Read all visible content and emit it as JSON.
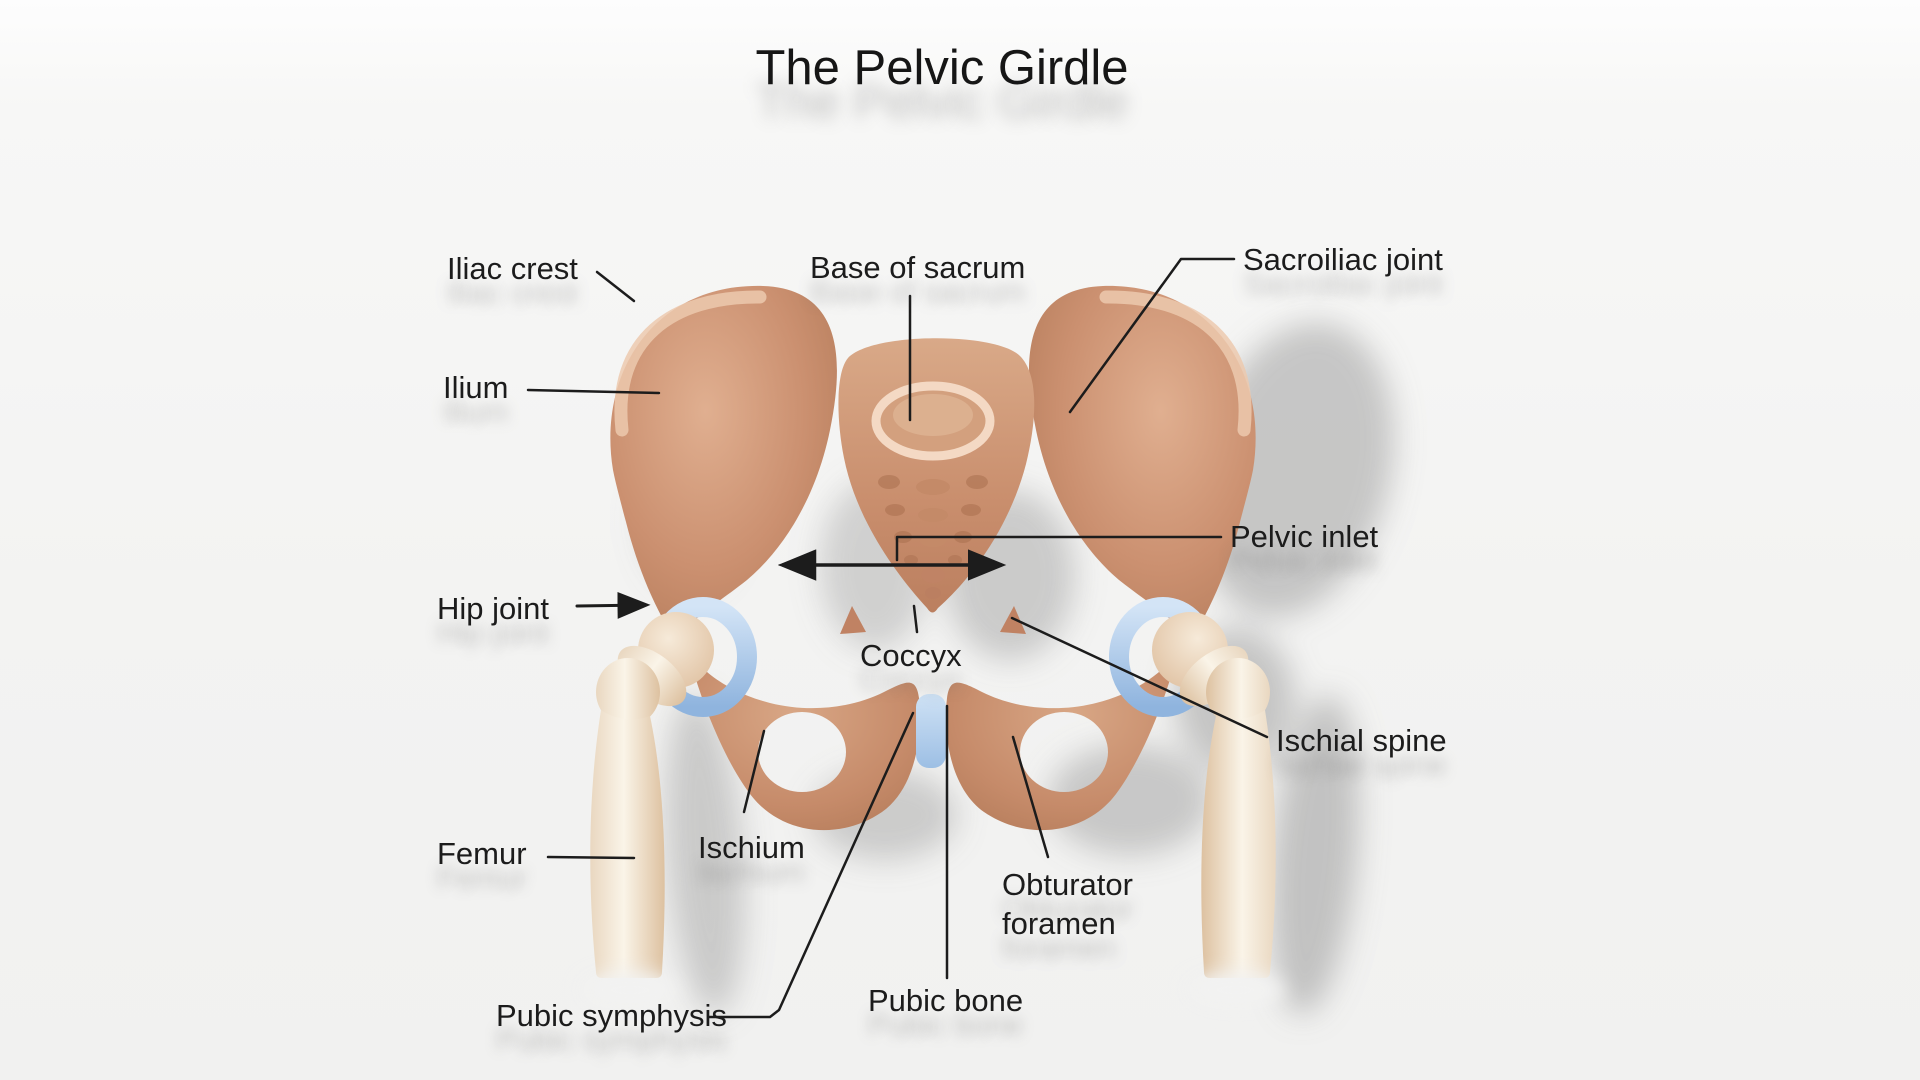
{
  "title": "The Pelvic Girdle",
  "labels": {
    "iliac_crest": "Iliac crest",
    "base_of_sacrum": "Base of sacrum",
    "sacroiliac_joint": "Sacroiliac joint",
    "ilium": "Ilium",
    "pelvic_inlet": "Pelvic inlet",
    "hip_joint": "Hip joint",
    "coccyx": "Coccyx",
    "ischial_spine": "Ischial spine",
    "femur": "Femur",
    "ischium": "Ischium",
    "obturator_foramen": "Obturator foramen",
    "pubic_symphysis": "Pubic symphysis",
    "pubic_bone": "Pubic bone"
  },
  "colors": {
    "background": "#F3F3F2",
    "bone_tan": "#C98E6E",
    "bone_highlight": "#ECC9AE",
    "bone_shadow_tone": "#B27A59",
    "femur_ivory": "#F5EADA",
    "cartilage_blue": "#A9C4E6",
    "leader_line": "#1C1C1C",
    "text": "#1C1C1C"
  }
}
